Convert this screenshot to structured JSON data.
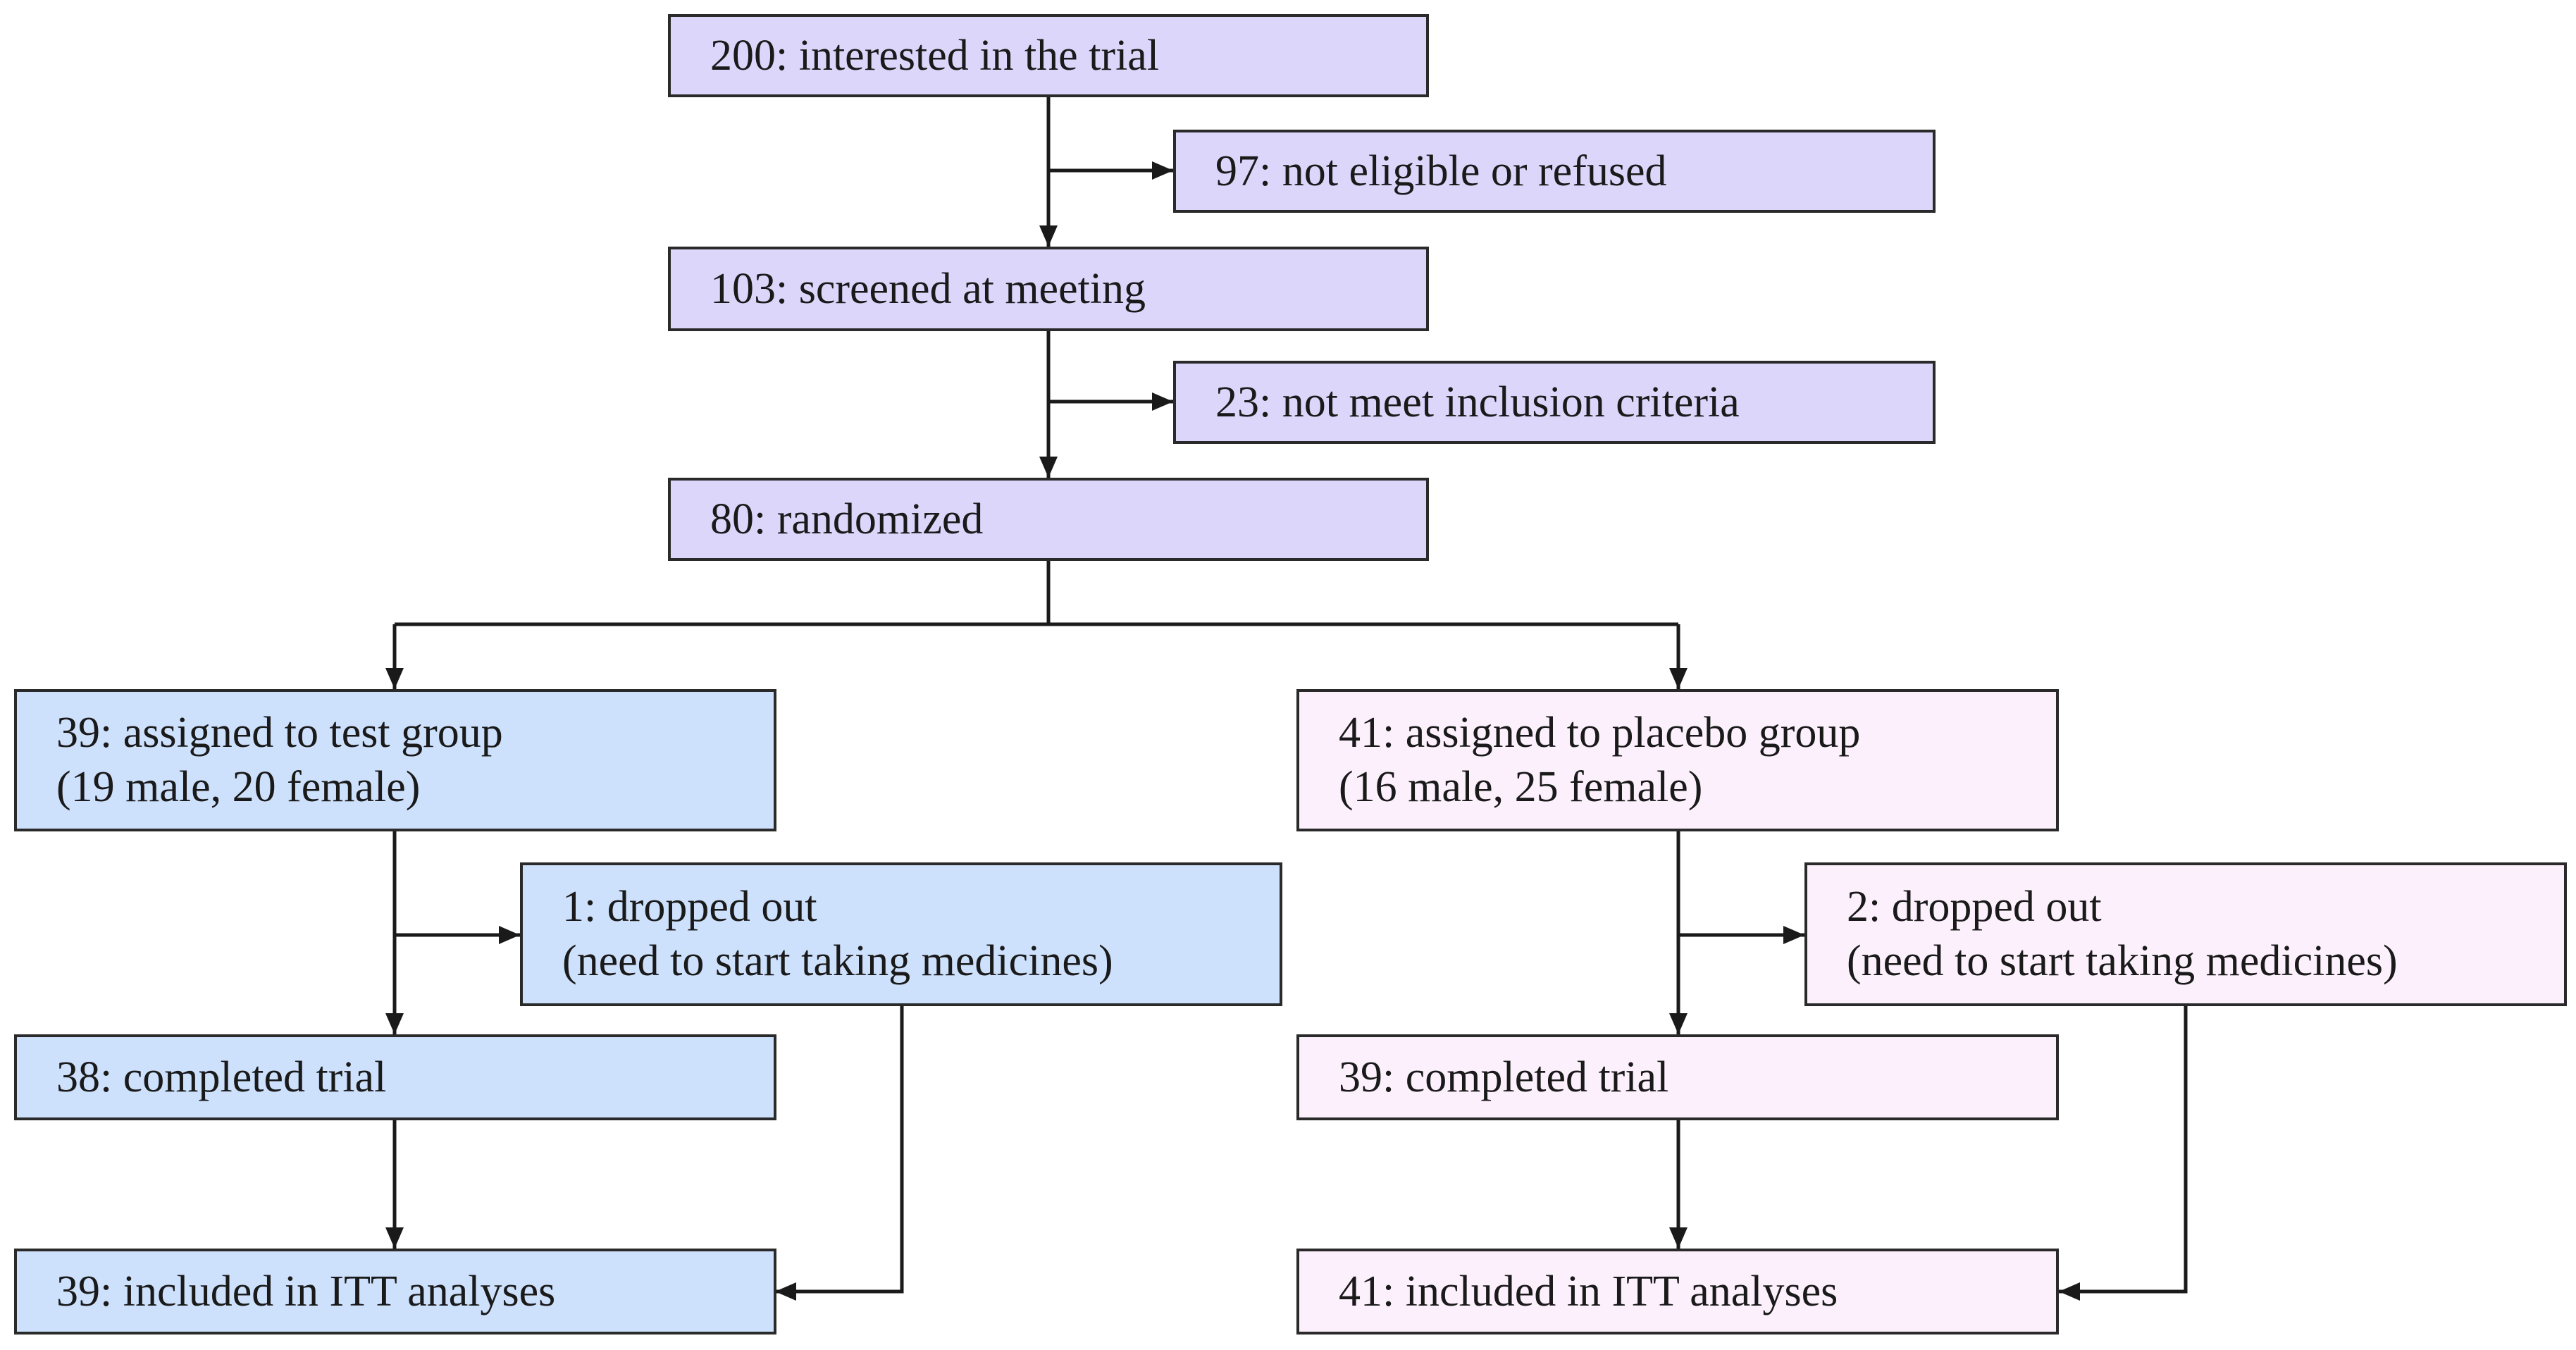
{
  "colors": {
    "purple_fill": "#dcd6fb",
    "blue_fill": "#cde0fc",
    "pink_fill": "#fcf0fc",
    "border": "#2a2a2a",
    "arrow": "#1a1a1a"
  },
  "flow": {
    "interested": "200: interested in the trial",
    "not_eligible": "97: not eligible or refused",
    "screened": "103: screened at meeting",
    "not_meet": "23: not meet inclusion criteria",
    "randomized": "80: randomized"
  },
  "test_group": {
    "assigned_line1": "39: assigned to test group",
    "assigned_line2": "(19 male, 20 female)",
    "dropped_line1": "1: dropped out",
    "dropped_line2": "(need to start taking medicines)",
    "completed": "38: completed trial",
    "itt": "39: included in ITT analyses"
  },
  "placebo_group": {
    "assigned_line1": "41: assigned to placebo group",
    "assigned_line2": "(16 male, 25 female)",
    "dropped_line1": "2: dropped out",
    "dropped_line2": "(need to start taking medicines)",
    "completed": "39: completed trial",
    "itt": "41: included in ITT analyses"
  }
}
